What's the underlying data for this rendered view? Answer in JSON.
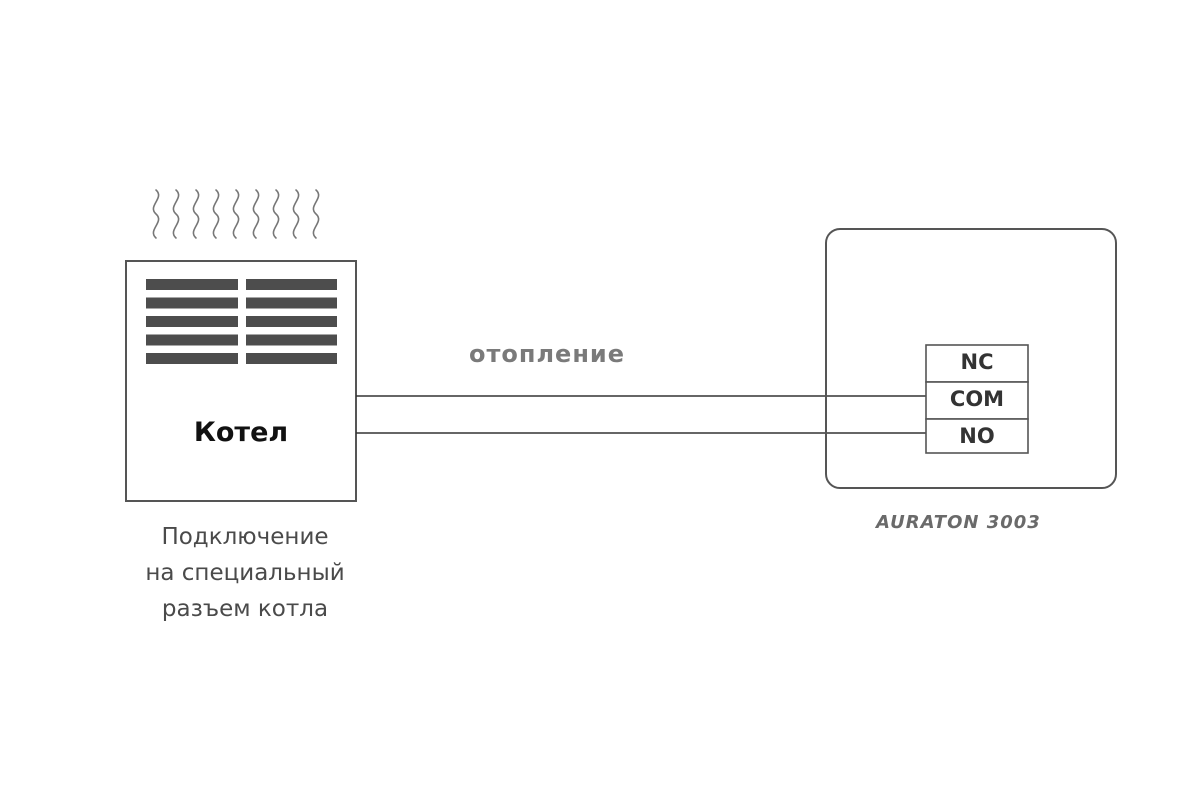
{
  "boiler": {
    "title": "Котел",
    "caption": [
      "Подключение",
      "на специальный",
      "разъем котла"
    ]
  },
  "wire": {
    "label": "отопление"
  },
  "thermostat": {
    "model": "AURATON 3003",
    "terminals": [
      "NC",
      "COM",
      "NO"
    ]
  },
  "colors": {
    "outline": "#555555",
    "grille": "#4d4d4d",
    "heat_waves": "#777777",
    "wire": "#333333"
  }
}
